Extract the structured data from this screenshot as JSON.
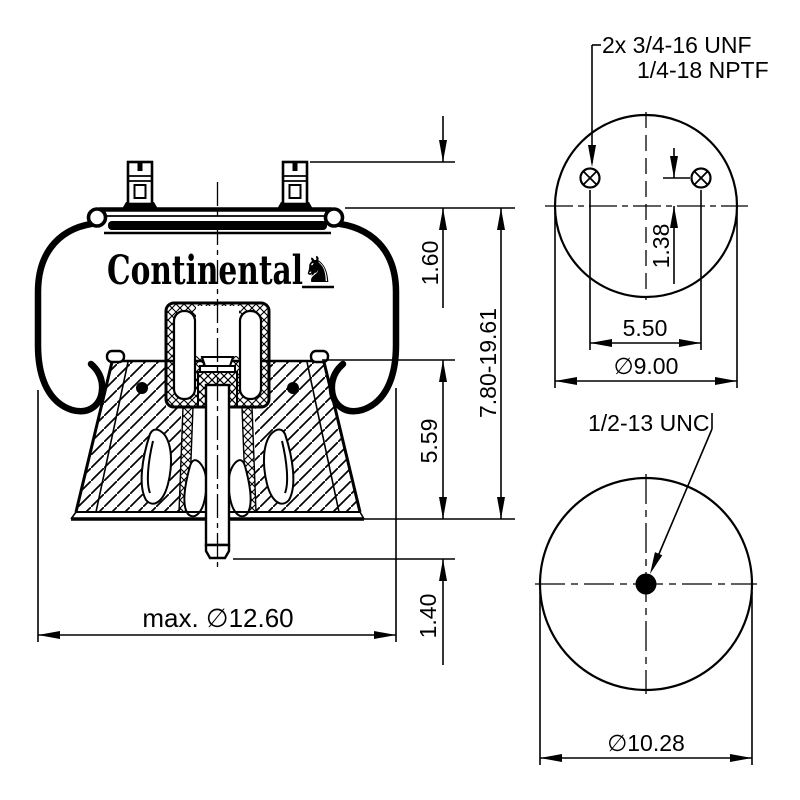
{
  "page": {
    "background": "#ffffff",
    "ink": "#000000"
  },
  "brand": {
    "logo_text": "Continental",
    "horse_icon": "♞"
  },
  "side_view": {
    "dim_stud_height": "1.60",
    "dim_design_height": "7.80-19.61",
    "dim_piston_height": "5.59",
    "dim_rod_protrusion": "1.40",
    "dim_max_diameter": "max. ∅12.60"
  },
  "top_view": {
    "label_studs": "2x 3/4-16 UNF",
    "label_air_port": "1/4-18 NPTF",
    "dim_hole_offset": "1.38",
    "dim_stud_spacing": "5.50",
    "dim_plate_diameter": "∅9.00"
  },
  "bottom_view": {
    "label_thread": "1/2-13 UNC",
    "dim_piston_diameter": "∅10.28"
  }
}
